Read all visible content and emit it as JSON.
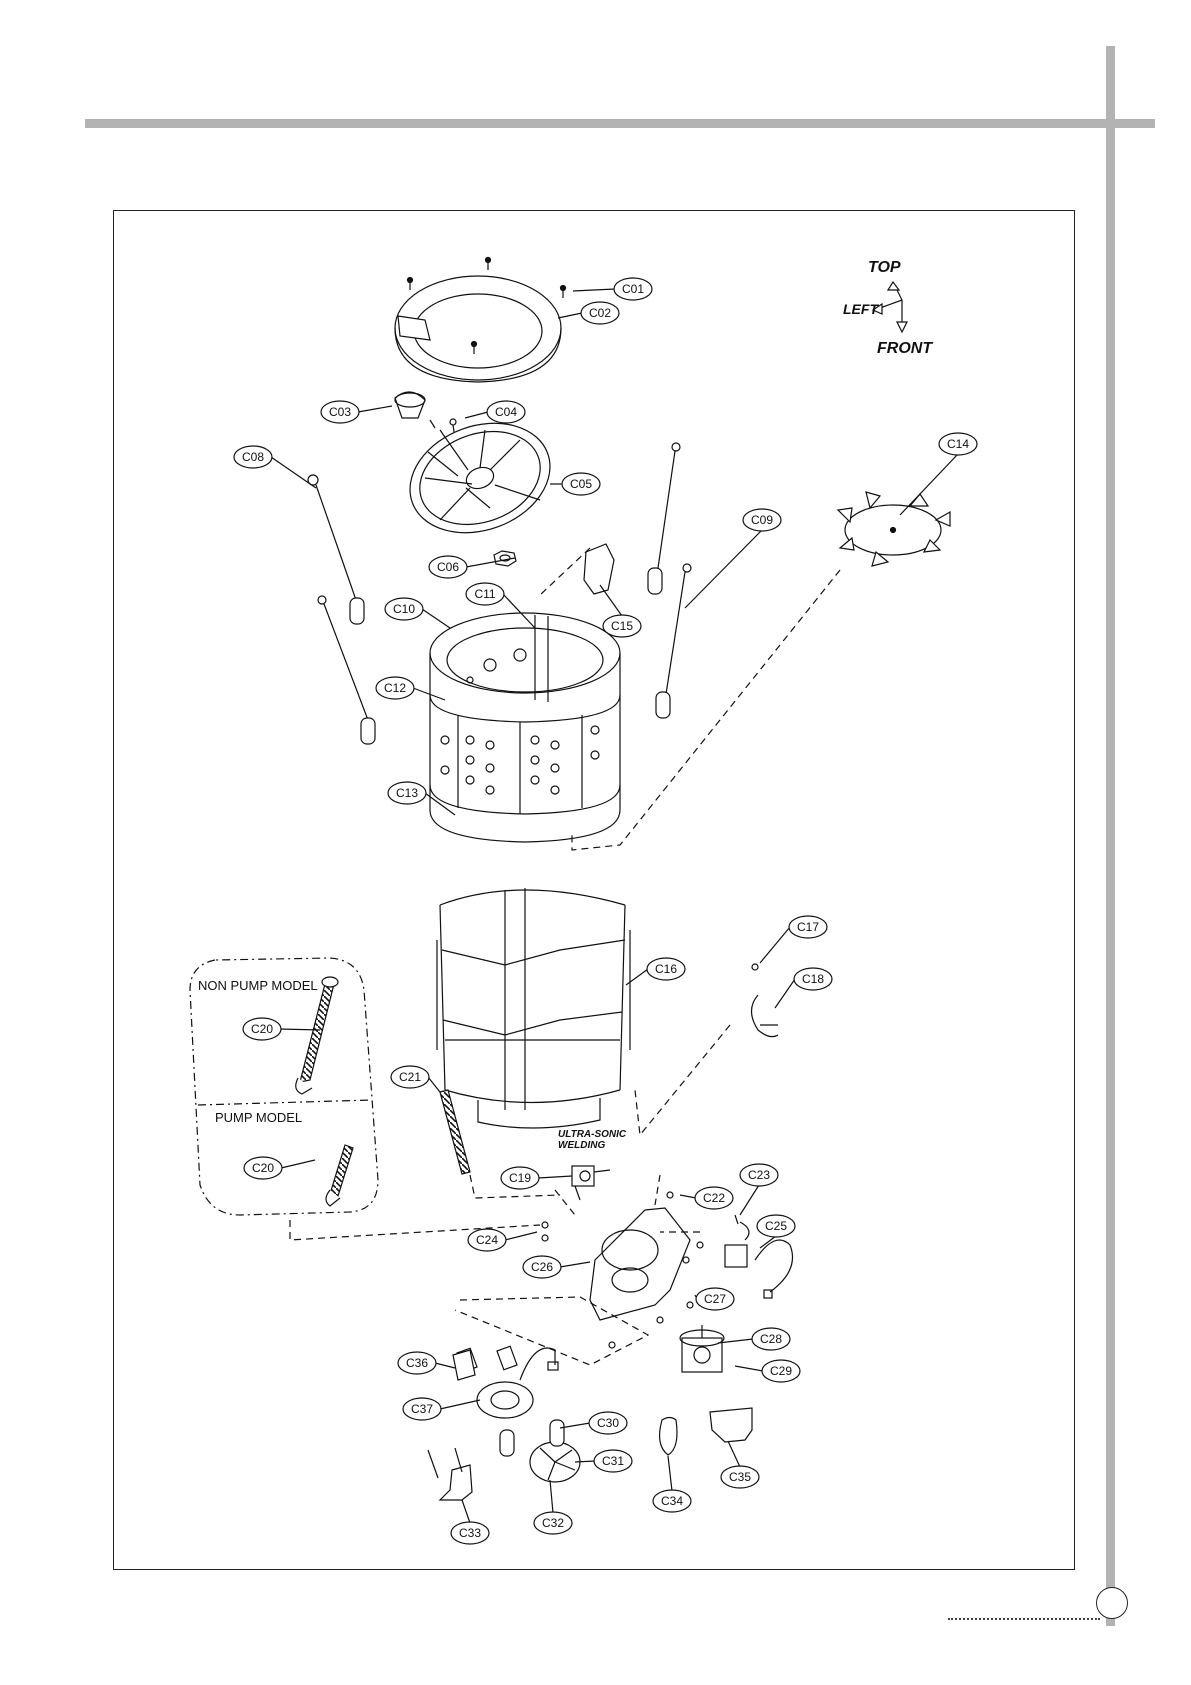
{
  "orientation": {
    "top": "TOP",
    "left": "LEFT",
    "front": "FRONT"
  },
  "notes": {
    "non_pump_model": "NON PUMP MODEL",
    "pump_model": "PUMP MODEL",
    "welding_line1": "ULTRA-SONIC",
    "welding_line2": "WELDING"
  },
  "callouts": [
    "C01",
    "C02",
    "C03",
    "C04",
    "C05",
    "C06",
    "C08",
    "C09",
    "C10",
    "C11",
    "C12",
    "C13",
    "C14",
    "C15",
    "C16",
    "C17",
    "C18",
    "C19",
    "C20",
    "C20",
    "C21",
    "C22",
    "C23",
    "C24",
    "C25",
    "C26",
    "C27",
    "C28",
    "C29",
    "C30",
    "C31",
    "C32",
    "C33",
    "C34",
    "C35",
    "C36",
    "C37"
  ],
  "colors": {
    "bars": "#b3b3b3",
    "line": "#111111"
  }
}
